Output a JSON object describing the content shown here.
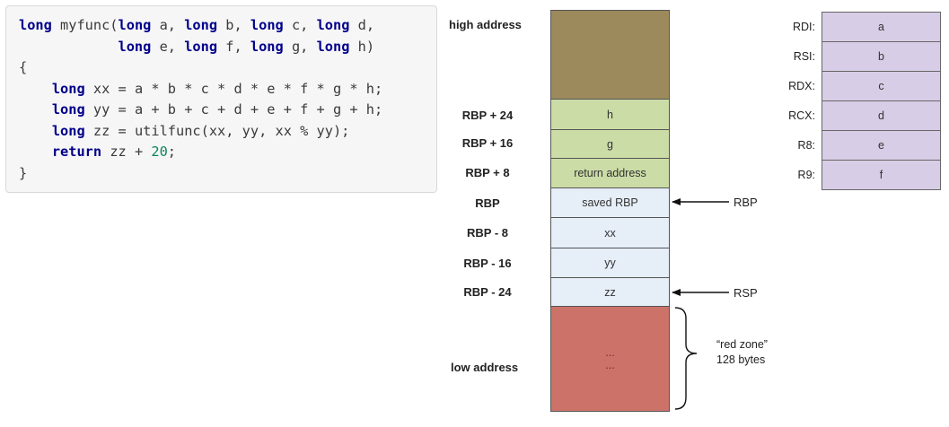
{
  "code": {
    "lines": [
      [
        {
          "t": "long",
          "k": "kw"
        },
        {
          "t": " myfunc("
        },
        {
          "t": "long",
          "k": "kw"
        },
        {
          "t": " a, "
        },
        {
          "t": "long",
          "k": "kw"
        },
        {
          "t": " b, "
        },
        {
          "t": "long",
          "k": "kw"
        },
        {
          "t": " c, "
        },
        {
          "t": "long",
          "k": "kw"
        },
        {
          "t": " d,"
        }
      ],
      [
        {
          "t": "            "
        },
        {
          "t": "long",
          "k": "kw"
        },
        {
          "t": " e, "
        },
        {
          "t": "long",
          "k": "kw"
        },
        {
          "t": " f, "
        },
        {
          "t": "long",
          "k": "kw"
        },
        {
          "t": " g, "
        },
        {
          "t": "long",
          "k": "kw"
        },
        {
          "t": " h)"
        }
      ],
      [
        {
          "t": "{"
        }
      ],
      [
        {
          "t": "    "
        },
        {
          "t": "long",
          "k": "kw"
        },
        {
          "t": " xx = a * b * c * d * e * f * g * h;"
        }
      ],
      [
        {
          "t": "    "
        },
        {
          "t": "long",
          "k": "kw"
        },
        {
          "t": " yy = a + b + c + d + e + f + g + h;"
        }
      ],
      [
        {
          "t": "    "
        },
        {
          "t": "long",
          "k": "kw"
        },
        {
          "t": " zz = utilfunc(xx, yy, xx % yy);"
        }
      ],
      [
        {
          "t": "    "
        },
        {
          "t": "return",
          "k": "kw"
        },
        {
          "t": " zz + "
        },
        {
          "t": "20",
          "k": "num"
        },
        {
          "t": ";"
        }
      ],
      [
        {
          "t": "}"
        }
      ]
    ]
  },
  "stack_labels": {
    "high": "high address",
    "rbp_p24": "RBP + 24",
    "rbp_p16": "RBP + 16",
    "rbp_p8": "RBP + 8",
    "rbp": "RBP",
    "rbp_m8": "RBP - 8",
    "rbp_m16": "RBP - 16",
    "rbp_m24": "RBP - 24",
    "low": "low address"
  },
  "stack_cells": {
    "top": "",
    "h": "h",
    "g": "g",
    "ret": "return address",
    "saved": "saved RBP",
    "xx": "xx",
    "yy": "yy",
    "zz": "zz",
    "red_dots_1": "...",
    "red_dots_2": "..."
  },
  "pointers": {
    "rbp": "RBP",
    "rsp": "RSP"
  },
  "red_zone": {
    "line1": "“red zone”",
    "line2": "128 bytes"
  },
  "registers": [
    {
      "name": "RDI:",
      "value": "a"
    },
    {
      "name": "RSI:",
      "value": "b"
    },
    {
      "name": "RDX:",
      "value": "c"
    },
    {
      "name": "RCX:",
      "value": "d"
    },
    {
      "name": "R8:",
      "value": "e"
    },
    {
      "name": "R9:",
      "value": "f"
    }
  ],
  "colors": {
    "top_block": "#9c8a5c",
    "args_block": "#cbdca6",
    "locals_block": "#e6eef8",
    "red_zone": "#cc7269",
    "register": "#d8cde6"
  }
}
